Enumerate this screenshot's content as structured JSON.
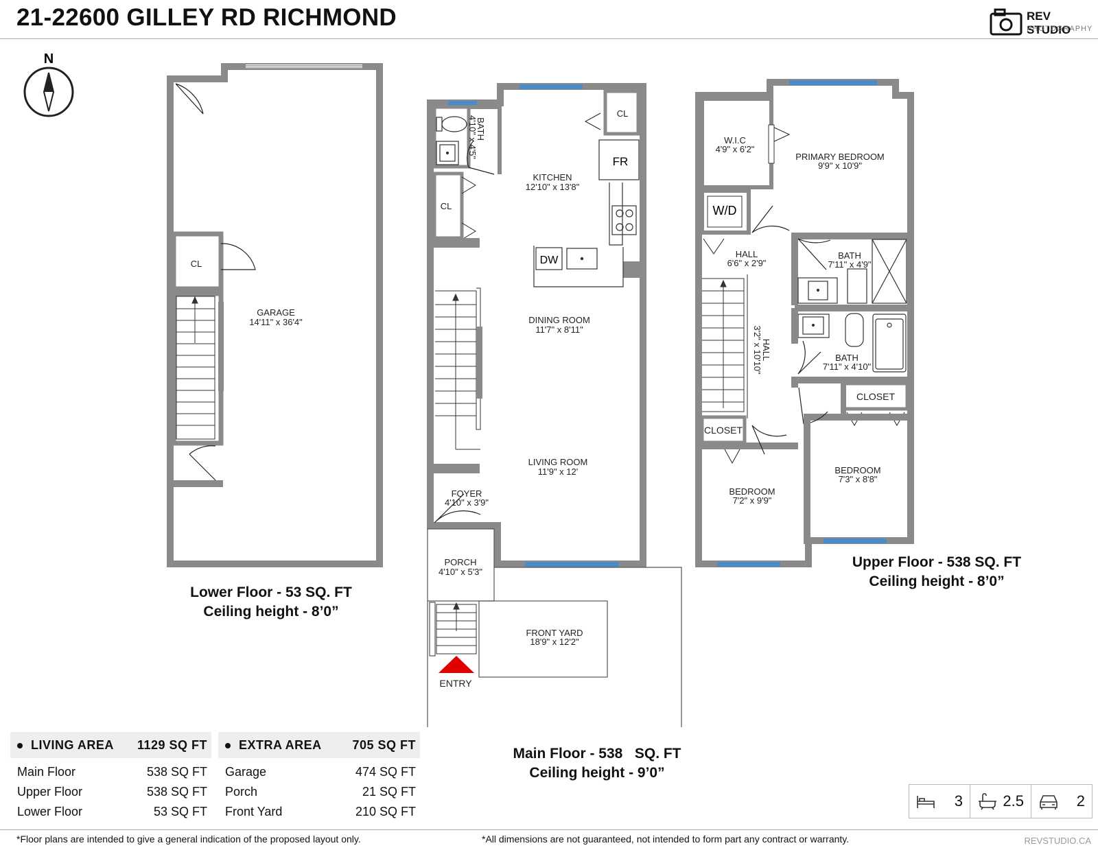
{
  "header": {
    "title": "21-22600 GILLEY RD RICHMOND",
    "logo_title": "REV STUDIO",
    "logo_subtitle": "PHOTOGRAPHY",
    "logo_icon": "camera-icon"
  },
  "compass": {
    "label": "N"
  },
  "rooms": {
    "garage": {
      "name": "GARAGE",
      "dim": "14'11\" x 36'4\""
    },
    "lower_cl": {
      "name": "CL"
    },
    "bath_main": {
      "name": "BATH",
      "dim": "4'10\" x 4'5\""
    },
    "kitchen": {
      "name": "KITCHEN",
      "dim": "12'10\" x 13'8\""
    },
    "kitchen_cl": {
      "name": "CL"
    },
    "main_cl": {
      "name": "CL"
    },
    "fridge": {
      "name": "FR"
    },
    "dishwasher": {
      "name": "DW"
    },
    "dining": {
      "name": "DINING ROOM",
      "dim": "11'7\" x 8'11\""
    },
    "living": {
      "name": "LIVING ROOM",
      "dim": "11'9\" x 12'"
    },
    "foyer": {
      "name": "FOYER",
      "dim": "4'10\" x 3'9\""
    },
    "porch": {
      "name": "PORCH",
      "dim": "4'10\" x 5'3\""
    },
    "front_yard": {
      "name": "FRONT YARD",
      "dim": "18'9\" x 12'2\""
    },
    "entry": {
      "name": "ENTRY"
    },
    "wic": {
      "name": "W.I.C",
      "dim": "4'9\" x 6'2\""
    },
    "primary": {
      "name": "PRIMARY BEDROOM",
      "dim": "9'9\" x 10'9\""
    },
    "wd": {
      "name": "W/D"
    },
    "hall1": {
      "name": "HALL",
      "dim": "6'6\" x 2'9\""
    },
    "hall2": {
      "name": "HALL",
      "dim": "3'2\" x 10'10\""
    },
    "bath_up1": {
      "name": "BATH",
      "dim": "7'11\" x 4'9\""
    },
    "bath_up2": {
      "name": "BATH",
      "dim": "7'11\" x 4'10\""
    },
    "closet1": {
      "name": "CLOSET"
    },
    "closet2": {
      "name": "CLOSET"
    },
    "bedroom1": {
      "name": "BEDROOM",
      "dim": "7'2\" x 9'9\""
    },
    "bedroom2": {
      "name": "BEDROOM",
      "dim": "7'3\" x 8'8\""
    }
  },
  "floors": {
    "lower": {
      "title": "Lower Floor - 53 SQ. FT",
      "ceiling": "Ceiling height - 8’0”"
    },
    "main": {
      "title": "Main Floor - 538   SQ. FT",
      "ceiling": "Ceiling height - 9’0”"
    },
    "upper": {
      "title": "Upper Floor - 538 SQ. FT",
      "ceiling": "Ceiling height - 8’0”"
    }
  },
  "living_area": {
    "title": "LIVING AREA",
    "total": "1129 SQ FT",
    "rows": [
      {
        "label": "Main Floor",
        "value": "538 SQ FT"
      },
      {
        "label": "Upper Floor",
        "value": "538 SQ FT"
      },
      {
        "label": "Lower Floor",
        "value": "53 SQ FT"
      }
    ]
  },
  "extra_area": {
    "title": "EXTRA AREA",
    "total": "705 SQ FT",
    "rows": [
      {
        "label": "Garage",
        "value": "474 SQ FT"
      },
      {
        "label": "Porch",
        "value": "21 SQ FT"
      },
      {
        "label": "Front Yard",
        "value": "210 SQ FT"
      }
    ]
  },
  "stats": {
    "beds": "3",
    "baths": "2.5",
    "parking": "2",
    "bed_icon": "bed-icon",
    "bath_icon": "bathtub-icon",
    "car_icon": "car-icon"
  },
  "footer": {
    "disclaimer_left": "*Floor plans are intended to give a general indication of the proposed layout only.",
    "disclaimer_right": "*All dimensions are not guaranteed, not intended to form part any contract or warranty.",
    "site": "REVSTUDIO.CA"
  },
  "colors": {
    "wall": "#8a8a8a",
    "window": "#4a8cc9",
    "entry_marker": "#e00000"
  }
}
